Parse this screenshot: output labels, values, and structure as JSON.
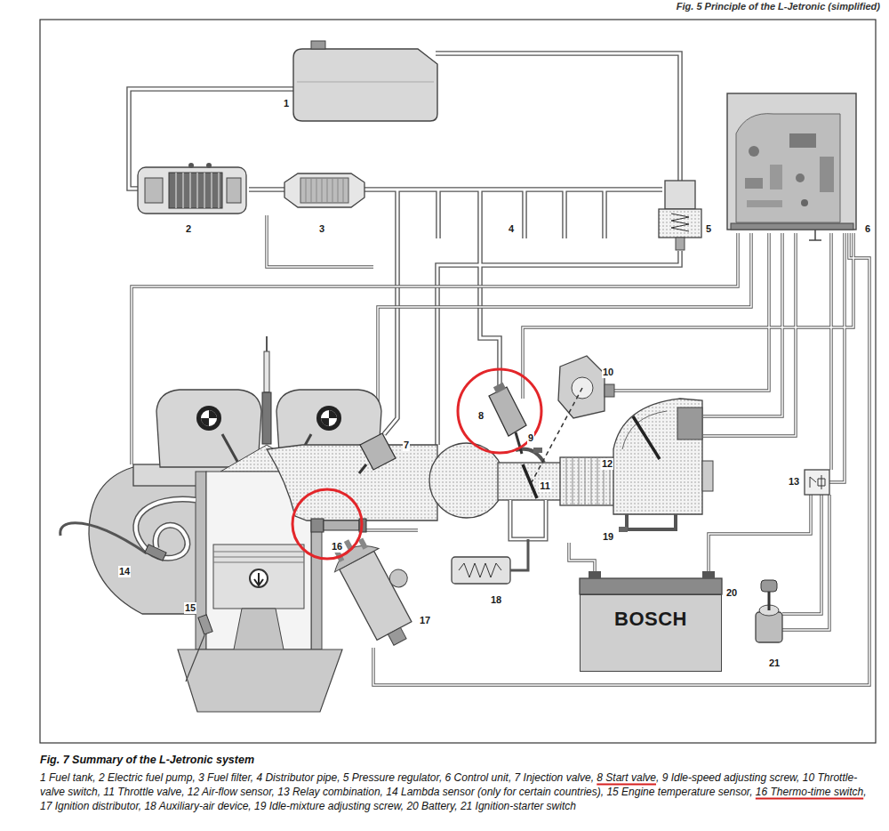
{
  "diagram": {
    "title": "Fig. 7 Summary of the L-Jetronic system",
    "caption": "1 Fuel tank, 2 Electric fuel pump, 3 Fuel filter, 4 Distributor pipe, 5 Pressure regulator, 6 Control unit, 7 Injection valve, 8 Start valve, 9 Idle-speed adjusting screw, 10 Throttle-valve switch, 11 Throttle valve, 12 Air-flow sensor, 13 Relay combination, 14 Lambda sensor (only for certain countries), 15 Engine temperature sensor, 16 Thermo-time switch, 17 Ignition distributor, 18 Auxiliary-air device, 19 Idle-mixture adjusting screw, 20 Battery, 21 Ignition-starter switch",
    "nodes": [
      {
        "text": [
          "BOSCH"
        ]
      }
    ],
    "labels": [
      "Fig. 5 Principle of the L-Jetronic (simplified)",
      "1",
      "2",
      "3",
      "4",
      "5",
      "6",
      "7",
      "8",
      "9",
      "10",
      "11",
      "12",
      "13",
      "14",
      "15",
      "16",
      "17",
      "18",
      "19",
      "20",
      "21"
    ]
  }
}
